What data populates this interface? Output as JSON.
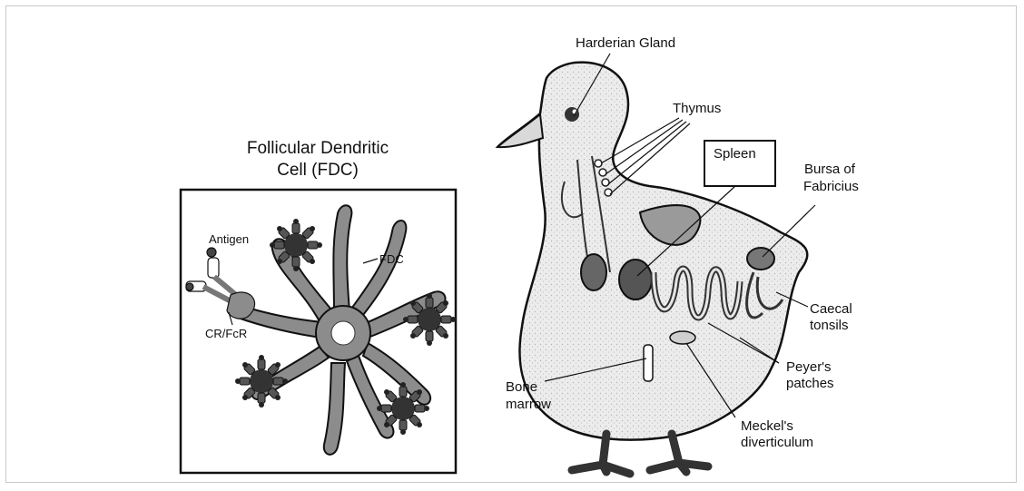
{
  "fdc_panel": {
    "title_line1": "Follicular Dendritic",
    "title_line2": "Cell (FDC)",
    "labels": {
      "antigen": "Antigen",
      "fdc": "FDC",
      "receptor": "CR/FcR"
    }
  },
  "chicken": {
    "labels": {
      "harderian_gland": "Harderian Gland",
      "thymus": "Thymus",
      "spleen": "Spleen",
      "bursa_line1": "Bursa of",
      "bursa_line2": "Fabricius",
      "caecal_line1": "Caecal",
      "caecal_line2": "tonsils",
      "peyers_line1": "Peyer's",
      "peyers_line2": "patches",
      "bone_line1": "Bone",
      "bone_line2": "marrow",
      "meckel_line1": "Meckel's",
      "meckel_line2": "diverticulum"
    }
  },
  "colors": {
    "ink": "#111111",
    "fdc_gray": "#8c8c8c",
    "chick_body": "#e6e6e6"
  }
}
